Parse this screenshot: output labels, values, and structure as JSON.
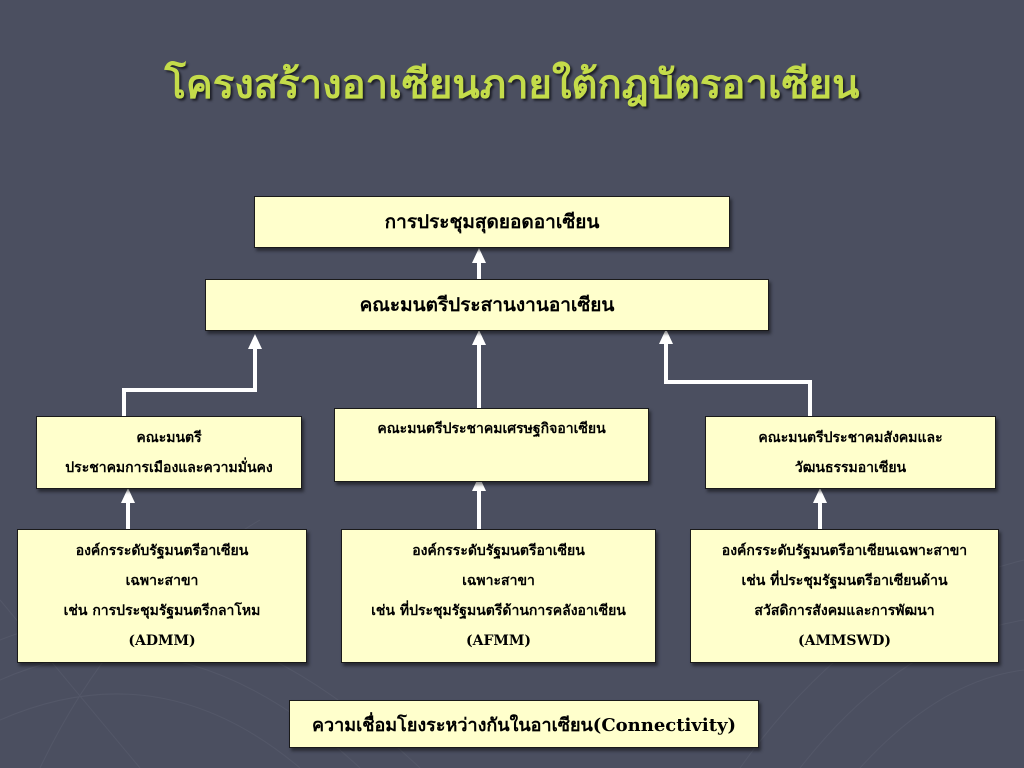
{
  "slide": {
    "title": "โครงสร้างอาเซียนภายใต้กฎบัตรอาเซียน",
    "colors": {
      "background": "#4b4f60",
      "title": "#c4dc4a",
      "box_fill": "#ffffcc",
      "arrow": "#ffffff"
    }
  },
  "diagram": {
    "summit": "การประชุมสุดยอดอาเซียน",
    "coordinating_council": "คณะมนตรีประสานงานอาเซียน",
    "councils": {
      "political_security": {
        "line1": "คณะมนตรี",
        "line2": "ประชาคมการเมืองและความมั่นคง"
      },
      "economic": {
        "line1": "คณะมนตรีประชาคมเศรษฐกิจอาเซียน"
      },
      "socio_cultural": {
        "line1": "คณะมนตรีประชาคมสังคมและ",
        "line2": "วัฒนธรรมอาเซียน"
      }
    },
    "sectoral_bodies": {
      "admm": {
        "line1": "องค์กรระดับรัฐมนตรีอาเซียน",
        "line2": "เฉพาะสาขา",
        "line3": "เช่น การประชุมรัฐมนตรีกลาโหม",
        "line4": "(ADMM)"
      },
      "afmm": {
        "line1": "องค์กรระดับรัฐมนตรีอาเซียน",
        "line2": "เฉพาะสาขา",
        "line3": "เช่น ที่ประชุมรัฐมนตรีด้านการคลังอาเซียน",
        "line4": "(AFMM)"
      },
      "ammswd": {
        "line1": "องค์กรระดับรัฐมนตรีอาเซียนเฉพาะสาขา",
        "line2": "เช่น ที่ประชุมรัฐมนตรีอาเซียนด้าน",
        "line3": "สวัสดิการสังคมและการพัฒนา",
        "line4": "(AMMSWD)"
      }
    },
    "connectivity": "ความเชื่อมโยงระหว่างกันในอาเซียน(Connectivity)"
  }
}
